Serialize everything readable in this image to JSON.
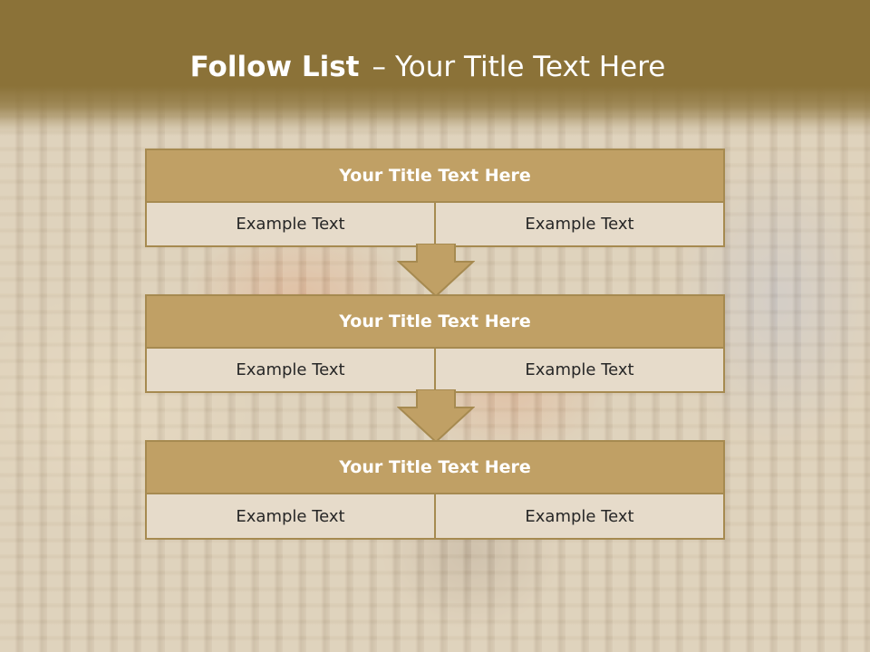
{
  "slide": {
    "title_strong": "Follow List",
    "title_dash": "–",
    "title_rest": "Your Title Text Here"
  },
  "boxes": [
    {
      "title": "Your Title Text Here",
      "left_text": "Example Text",
      "right_text": "Example Text"
    },
    {
      "title": "Your Title Text Here",
      "left_text": "Example Text",
      "right_text": "Example Text"
    },
    {
      "title": "Your Title Text Here",
      "left_text": "Example Text",
      "right_text": "Example Text"
    }
  ],
  "colors": {
    "header": "#8b7238",
    "box_title": "#c0a065",
    "box_border": "#a68a50",
    "box_cell": "#e6dbca",
    "arrow": "#c0a065"
  },
  "icons": {
    "connector": "down-arrow-icon"
  }
}
